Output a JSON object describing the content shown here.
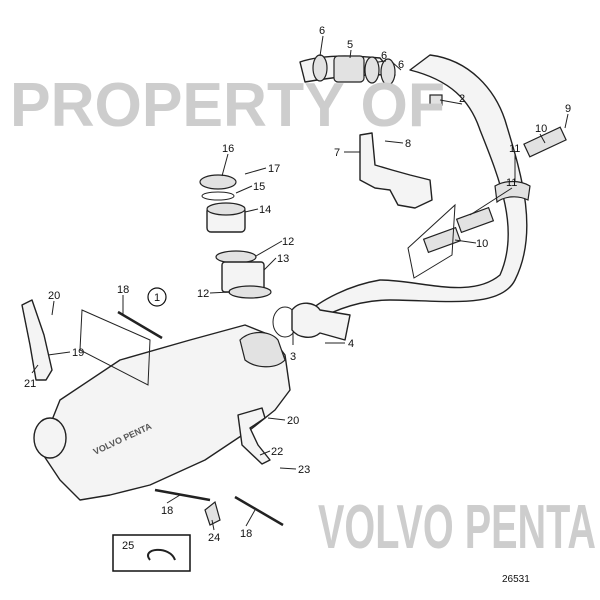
{
  "watermark": {
    "line1": "PROPERTY OF",
    "line2": "VOLVO PENTA",
    "casting_text": "VOLVO PENTA"
  },
  "drawing_number": "26531",
  "callouts": {
    "c6a": "6",
    "c5": "5",
    "c6b": "6",
    "c6c": "6",
    "c2": "2",
    "c9": "9",
    "c10a": "10",
    "c8": "8",
    "c7": "7",
    "c11a": "11",
    "c16": "16",
    "c17": "17",
    "c15": "15",
    "c14": "14",
    "c11b": "11",
    "c12a": "12",
    "c10b": "10",
    "c13": "13",
    "c18a": "18",
    "c1": "1",
    "c12b": "12",
    "c20a": "20",
    "c3": "3",
    "c4": "4",
    "c19": "19",
    "c21": "21",
    "c20b": "20",
    "c22": "22",
    "c23": "23",
    "c18b": "18",
    "c24": "24",
    "c18c": "18",
    "c25": "25"
  }
}
